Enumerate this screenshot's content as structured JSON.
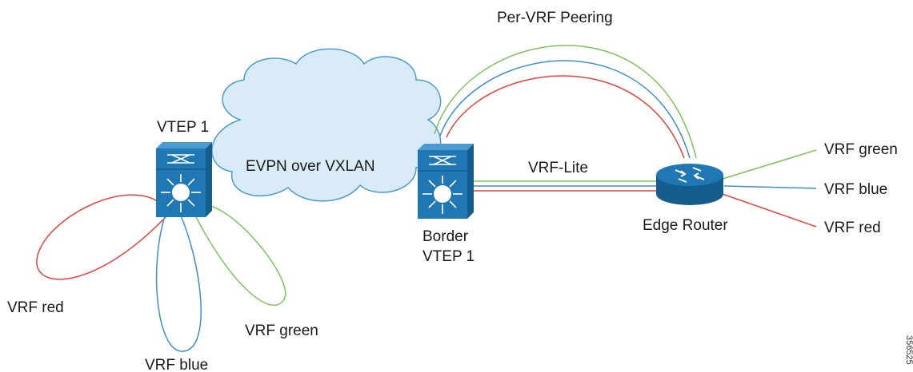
{
  "labels": {
    "per_vrf_peering": "Per-VRF Peering",
    "vtep1": "VTEP 1",
    "evpn_over_vxlan": "EVPN over VXLAN",
    "vrf_lite": "VRF-Lite",
    "border_line1": "Border",
    "border_line2": "VTEP 1",
    "edge_router": "Edge Router",
    "left_vrf_red": "VRF red",
    "left_vrf_blue": "VRF blue",
    "left_vrf_green": "VRF green",
    "right_vrf_green": "VRF green",
    "right_vrf_blue": "VRF blue",
    "right_vrf_red": "VRF red",
    "figure_id": "356525"
  },
  "colors": {
    "vrf_red": "#e8413c",
    "vrf_blue": "#3a8fd1",
    "vrf_green": "#7cc35a",
    "device_blue": "#1f78b4",
    "device_dark": "#155d8c",
    "cloud_fill": "#d9ebf7",
    "cloud_stroke": "#4a9bd1"
  },
  "icons": {
    "vtep1_device": "layer3-switch-icon",
    "border_device": "layer3-switch-icon",
    "edge_router_device": "router-icon",
    "fabric": "cloud-icon"
  }
}
